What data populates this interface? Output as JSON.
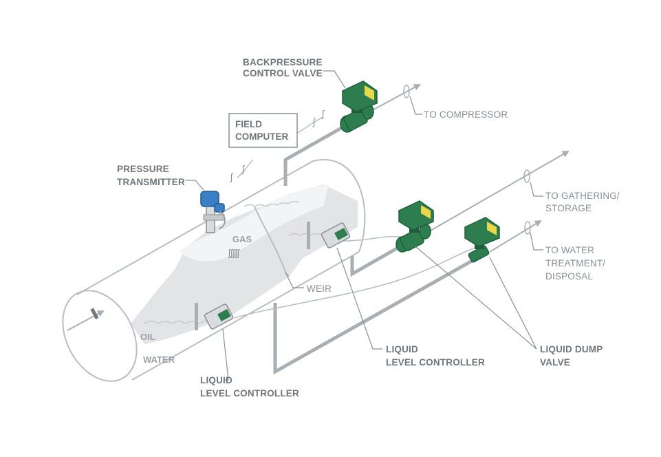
{
  "labels": {
    "backpressure_valve": [
      "BACKPRESSURE",
      "CONTROL VALVE"
    ],
    "to_compressor": "TO COMPRESSOR",
    "field_computer": [
      "FIELD",
      "COMPUTER"
    ],
    "pressure_transmitter": [
      "PRESSURE",
      "TRANSMITTER"
    ],
    "to_gathering": [
      "TO GATHERING/",
      "STORAGE"
    ],
    "to_water": [
      "TO WATER",
      "TREATMENT/",
      "DISPOSAL"
    ],
    "gas": "GAS",
    "weir": "WEIR",
    "oil": "OIL",
    "water": "WATER",
    "liquid_level_controller_right": [
      "LIQUID",
      "LEVEL CONTROLLER"
    ],
    "liquid_level_controller_left": [
      "LIQUID",
      "LEVEL CONTROLLER"
    ],
    "liquid_dump_valve": [
      "LIQUID DUMP",
      "VALVE"
    ]
  },
  "colors": {
    "outline": "#b9bdc1",
    "pipe": "#a9aeb3",
    "fluid": "#e2e4e6",
    "valve_green": "#2e7d4f",
    "valve_dark": "#1f5e3a",
    "valve_yellow": "#e8d84a",
    "transmitter_blue": "#3b7fc4"
  }
}
